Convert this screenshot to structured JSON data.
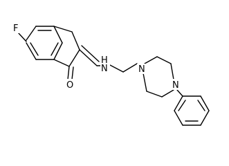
{
  "structure": {
    "atoms": {
      "fluorine": "F",
      "oxygen": "O",
      "amine": "N",
      "amine_h": "H",
      "piperazine_n1": "N",
      "piperazine_n4": "N"
    },
    "line_color": "#000000",
    "background_color": "#ffffff"
  }
}
